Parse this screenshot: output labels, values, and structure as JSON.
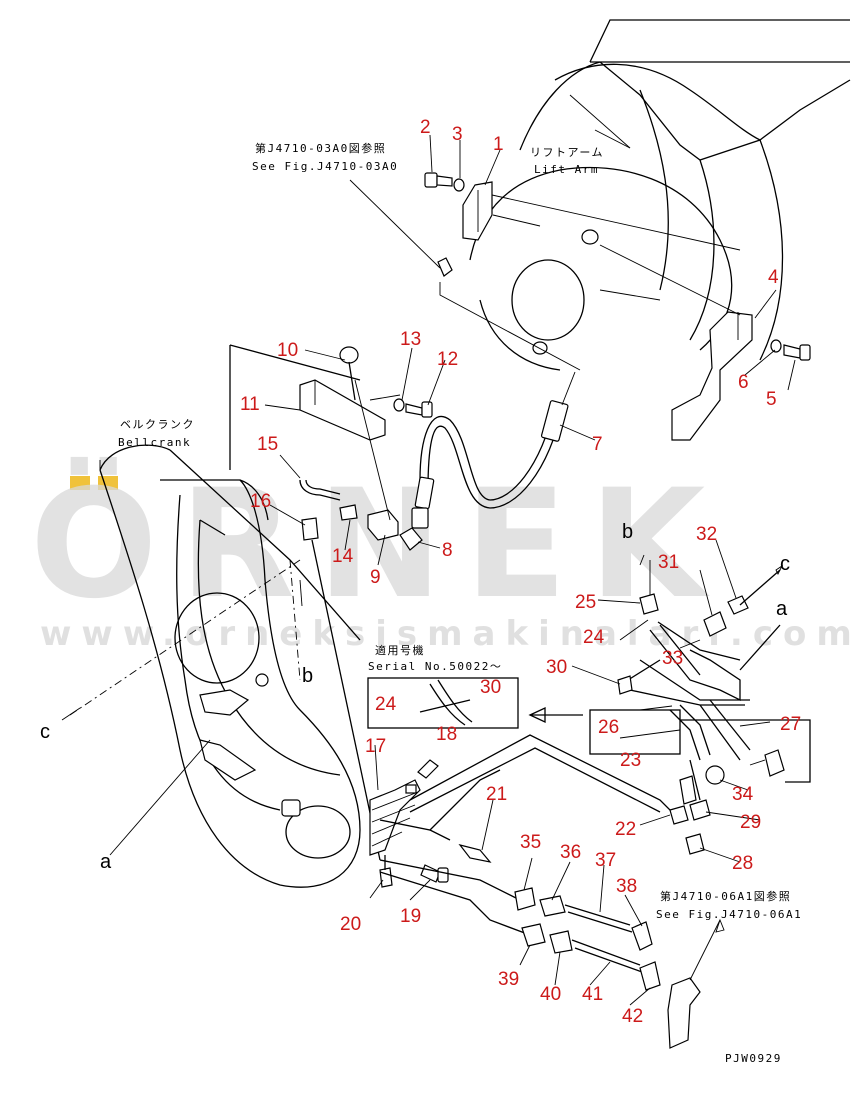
{
  "callouts": [
    "1",
    "2",
    "3",
    "4",
    "5",
    "6",
    "7",
    "8",
    "9",
    "10",
    "11",
    "12",
    "13",
    "14",
    "15",
    "16",
    "17",
    "18",
    "19",
    "20",
    "21",
    "22",
    "23",
    "24",
    "25",
    "26",
    "27",
    "28",
    "29",
    "30",
    "31",
    "32",
    "33",
    "34",
    "35",
    "36",
    "37",
    "38",
    "39",
    "40",
    "41",
    "42"
  ],
  "inset_callouts": {
    "a": "24",
    "b": "30",
    "c": "18"
  },
  "direction_letters": {
    "a": "a",
    "b": "b",
    "c": "c"
  },
  "notes": {
    "ref_top_jp": "第J4710-03A0図参照",
    "ref_top_en": "See Fig.J4710-03A0",
    "lift_arm_jp": "リフトアーム",
    "lift_arm_en": "Lift Arm",
    "bellcrank_jp": "ベルクランク",
    "bellcrank_en": "Bellcrank",
    "serial_jp": "適用号機",
    "serial_en": "Serial No.50022～",
    "ref_bottom_jp": "第J4710-06A1図参照",
    "ref_bottom_en": "See Fig.J4710-06A1",
    "drawing_no": "PJW0929"
  },
  "watermark": {
    "main": "ÖRNEK",
    "url": "www.orneksismakinalari.com.tr"
  },
  "colors": {
    "callout": "#cc1a1a",
    "line": "#000000",
    "watermark": "#d9d9d9",
    "watermark_accent": "#f0c23a"
  }
}
